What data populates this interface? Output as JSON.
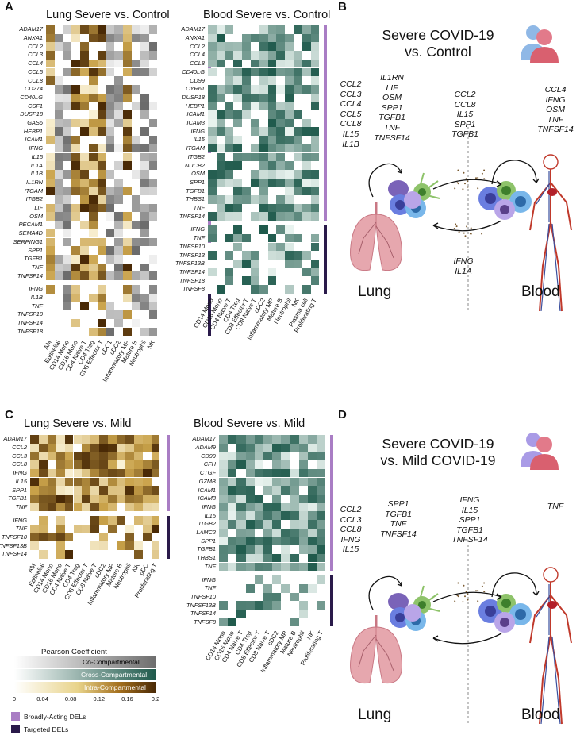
{
  "panels": {
    "A": {
      "letter": "A",
      "heatmaps": [
        {
          "title": "Lung Severe vs. Control",
          "rows_broad": [
            "ADAM17",
            "ANXA1",
            "CCL2",
            "CCL3",
            "CCL4",
            "CCL5",
            "CCL8",
            "CD274",
            "CD40LG",
            "CSF1",
            "DUSP18",
            "GAS6",
            "HEBP1",
            "ICAM1",
            "IFNG",
            "IL15",
            "IL1A",
            "IL1B",
            "IL1RN",
            "ITGAM",
            "ITGB2",
            "LIF",
            "OSM",
            "PECAM1",
            "SEMA4D",
            "SERPING1",
            "SPP1",
            "TGFB1",
            "TNF",
            "TNFSF14"
          ],
          "rows_targeted": [
            "IFNG",
            "IL1B",
            "TNF",
            "TNFSF10",
            "TNFSF14",
            "TNFSF18"
          ],
          "columns": [
            "AM",
            "Epithelial",
            "CD14 Mono",
            "CD16 Mono",
            "CD4 Naive T",
            "CD4 Treg",
            "CD8 Effector T",
            "cDC1",
            "cDC2",
            "Inflammatory MP",
            "Mature B",
            "Neutrophil",
            "NK"
          ]
        },
        {
          "title": "Blood Severe vs. Control",
          "rows_broad": [
            "ADAM17",
            "ANXA1",
            "CCL2",
            "CCL4",
            "CCL8",
            "CD40LG",
            "CD99",
            "CYR61",
            "DUSP18",
            "HEBP1",
            "ICAM1",
            "ICAM3",
            "IFNG",
            "IL15",
            "ITGAM",
            "ITGB2",
            "NUCB2",
            "OSM",
            "SPP1",
            "TGFB1",
            "THBS1",
            "TNF",
            "TNFSF14"
          ],
          "rows_targeted": [
            "IFNG",
            "TNF",
            "TNFSF10",
            "TNFSF13",
            "TNFSF13B",
            "TNFSF14",
            "TNFSF18",
            "TNFSF8"
          ],
          "columns": [
            "CD14 Mono",
            "CD16 Mono",
            "CD4 Naive T",
            "CD4 Treg",
            "CD8 Effector T",
            "CD8 Naive T",
            "cDC2",
            "Inflammatory MP",
            "Mature B",
            "Neutrophil",
            "NK",
            "Plasma cell",
            "Proliferating T"
          ]
        }
      ]
    },
    "B": {
      "letter": "B",
      "title_line1": "Severe COVID-19",
      "title_line2": "vs. Control",
      "lung_genes": [
        "CCL2",
        "CCL3",
        "CCL4",
        "CCL5",
        "CCL8",
        "IL15",
        "IL1B"
      ],
      "lung_genes_2": [
        "IL1RN",
        "LIF",
        "OSM",
        "SPP1",
        "TGFB1",
        "TNF",
        "TNFSF14"
      ],
      "lung_to_blood": [
        "CCL2",
        "CCL8",
        "IL15",
        "SPP1",
        "TGFB1"
      ],
      "blood_genes": [
        "CCL4",
        "IFNG",
        "OSM",
        "TNF",
        "TNFSF14"
      ],
      "blood_to_lung": [
        "IFNG",
        "IL1A"
      ],
      "lung_label": "Lung",
      "blood_label": "Blood"
    },
    "C": {
      "letter": "C",
      "heatmaps": [
        {
          "title": "Lung Severe vs. Mild",
          "rows_broad": [
            "ADAM17",
            "CCL2",
            "CCL3",
            "CCL8",
            "IFNG",
            "IL15",
            "SPP1",
            "TGFB1",
            "TNF"
          ],
          "rows_targeted": [
            "IFNG",
            "TNF",
            "TNFSF10",
            "TNFSF13B",
            "TNFSF14"
          ],
          "columns": [
            "AM",
            "Epithelial",
            "CD14 Mono",
            "CD16 Mono",
            "CD4 Naive T",
            "CD4 Treg",
            "CD8 Effector T",
            "CD8 Naive T",
            "cDC2",
            "Inflammatory MP",
            "Mature B",
            "Neutrophil",
            "NK",
            "pDC",
            "Proliferating T"
          ]
        },
        {
          "title": "Blood Severe vs. Mild",
          "rows_broad": [
            "ADAM17",
            "ADAM9",
            "CD99",
            "CFH",
            "CTGF",
            "GZMB",
            "ICAM1",
            "ICAM3",
            "IFNG",
            "IL15",
            "ITGB2",
            "LAMC2",
            "SPP1",
            "TGFB1",
            "THBS1",
            "TNF"
          ],
          "rows_targeted": [
            "IFNG",
            "TNF",
            "TNFSF10",
            "TNFSF13B",
            "TNFSF14",
            "TNFSF8"
          ],
          "columns": [
            "CD14 Mono",
            "CD16 Mono",
            "CD4 Naive T",
            "CD4 Treg",
            "CD8 Effector T",
            "CD8 Naive T",
            "cDC2",
            "Inflammatory MP",
            "Mature B",
            "Neutrophil",
            "NK",
            "Proliferating T"
          ]
        }
      ]
    },
    "D": {
      "letter": "D",
      "title_line1": "Severe COVID-19",
      "title_line2": "vs. Mild COVID-19",
      "lung_genes": [
        "CCL2",
        "CCL3",
        "CCL8",
        "IFNG",
        "IL15"
      ],
      "lung_genes_2": [
        "SPP1",
        "TGFB1",
        "TNF",
        "TNFSF14"
      ],
      "lung_to_blood": [
        "IFNG",
        "IL15",
        "SPP1",
        "TGFB1",
        "TNFSF14"
      ],
      "blood_genes": [
        "TNF"
      ],
      "lung_label": "Lung",
      "blood_label": "Blood"
    }
  },
  "legend": {
    "title": "Pearson Coefficient",
    "scale_labels": [
      "Co-Compartmental",
      "Cross-Compartmental",
      "Intra-Compartmental"
    ],
    "ticks": [
      "0",
      "0.04",
      "0.08",
      "0.12",
      "0.16",
      "0.2"
    ],
    "categories": [
      {
        "label": "Broadly-Acting DELs",
        "color": "#a97dc4"
      },
      {
        "label": "Targeted DELs",
        "color": "#2a1a4a"
      }
    ]
  },
  "colors": {
    "broad": "#a97dc4",
    "targeted": "#2a1a4a",
    "gray_scale": "#6e6e6e",
    "teal_scale": "#1f5a4c",
    "brown_scale": "#5a3a10"
  }
}
